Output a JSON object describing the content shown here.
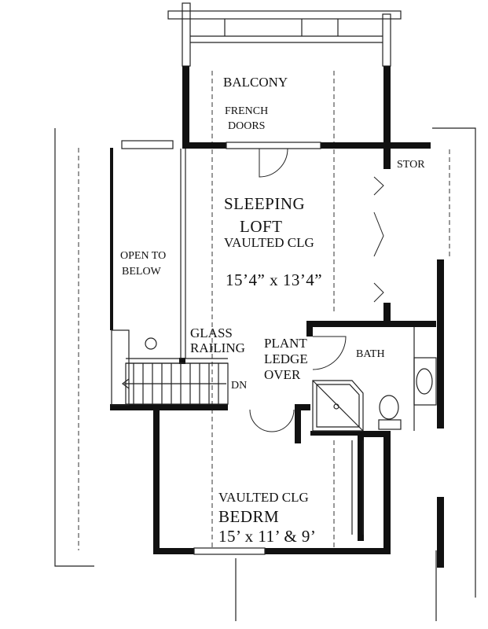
{
  "labels": {
    "balcony": "BALCONY",
    "french_doors_1": "FRENCH",
    "french_doors_2": "DOORS",
    "stor": "STOR",
    "sleeping": "SLEEPING",
    "loft": "LOFT",
    "loft_vaulted": "VAULTED CLG",
    "loft_size": "15’4” x 13’4”",
    "open_to_1": "OPEN TO",
    "open_to_2": "BELOW",
    "glass_1": "GLASS",
    "glass_2": "RAILING",
    "plant_1": "PLANT",
    "plant_2": "LEDGE",
    "plant_3": "OVER",
    "bath": "BATH",
    "dn": "DN",
    "bed_vaulted": "VAULTED CLG",
    "bedrm": "BEDRM",
    "bed_size": "15’ x 11’ & 9’"
  }
}
